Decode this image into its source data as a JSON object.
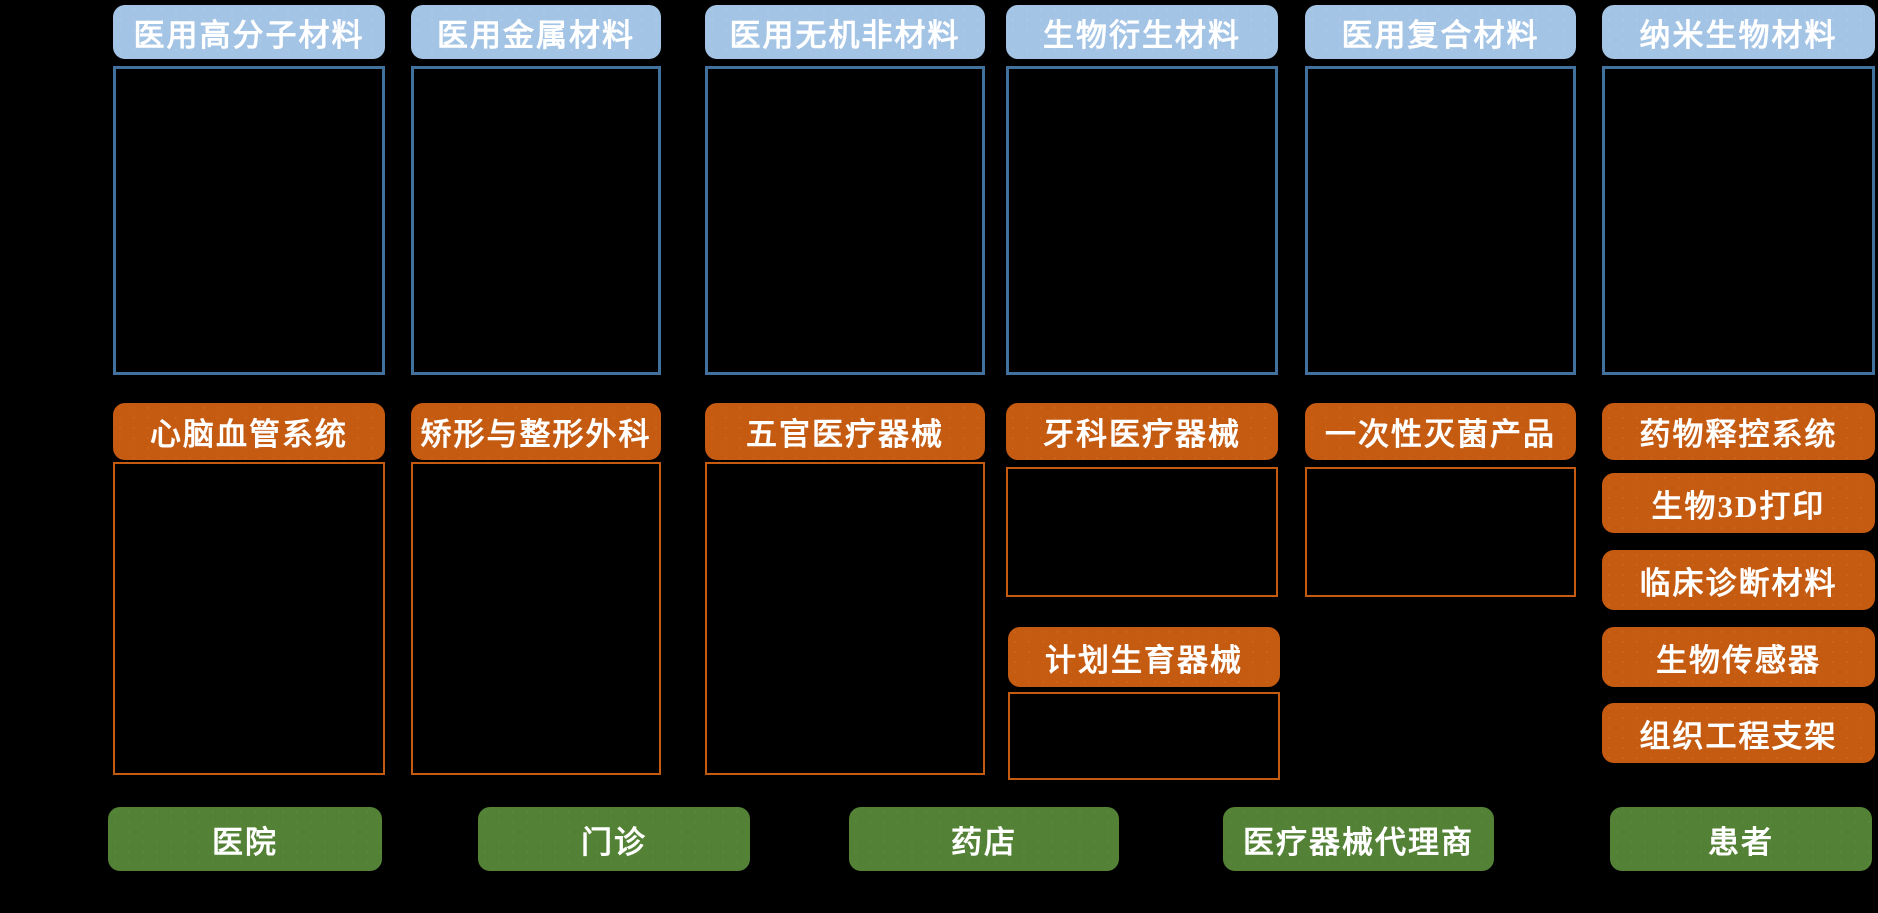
{
  "diagram": {
    "background_color": "#000000",
    "colors": {
      "material_header_fill": "#a3c4e5",
      "material_box_border": "#41719c",
      "device_fill": "#c55a11",
      "device_box_border": "#c55a11",
      "channel_fill": "#538135",
      "label_text": "#ffffff"
    },
    "material_row": {
      "items": [
        "医用高分子材料",
        "医用金属材料",
        "医用无机非材料",
        "生物衍生材料",
        "医用复合材料",
        "纳米生物材料"
      ]
    },
    "device_row": {
      "col1": "心脑血管系统",
      "col2": "矫形与整形外科",
      "col3": "五官医疗器械",
      "col4_top": "牙科医疗器械",
      "col4_bottom": "计划生育器械",
      "col5": "一次性灭菌产品",
      "col6_stack": [
        "药物释控系统",
        "生物3D打印",
        "临床诊断材料",
        "生物传感器",
        "组织工程支架"
      ]
    },
    "channel_row": {
      "items": [
        "医院",
        "门诊",
        "药店",
        "医疗器械代理商",
        "患者"
      ]
    }
  }
}
